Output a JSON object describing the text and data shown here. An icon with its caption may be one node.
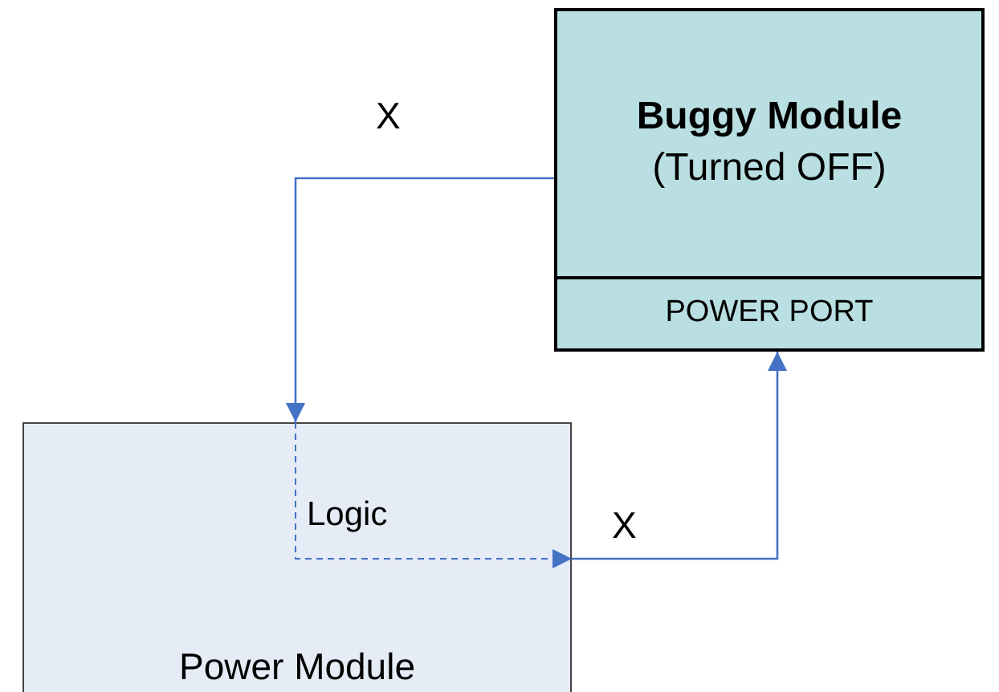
{
  "diagram": {
    "nodes": [
      {
        "text": [
          "Buggy Module",
          "(Turned OFF)"
        ]
      },
      {
        "text": [
          "POWER PORT"
        ],
        "in": 0
      },
      {
        "text": [
          "Power Module"
        ]
      },
      {
        "text": [
          "Logic"
        ],
        "in": 2
      }
    ],
    "edges": [
      {
        "from": 0,
        "to": 2,
        "arrow": "to",
        "label": "X"
      },
      {
        "from": null,
        "to": 2,
        "arrow": "to",
        "style": "dashed"
      },
      {
        "from": 2,
        "to": 1,
        "arrow": "to",
        "label": "X"
      }
    ]
  }
}
